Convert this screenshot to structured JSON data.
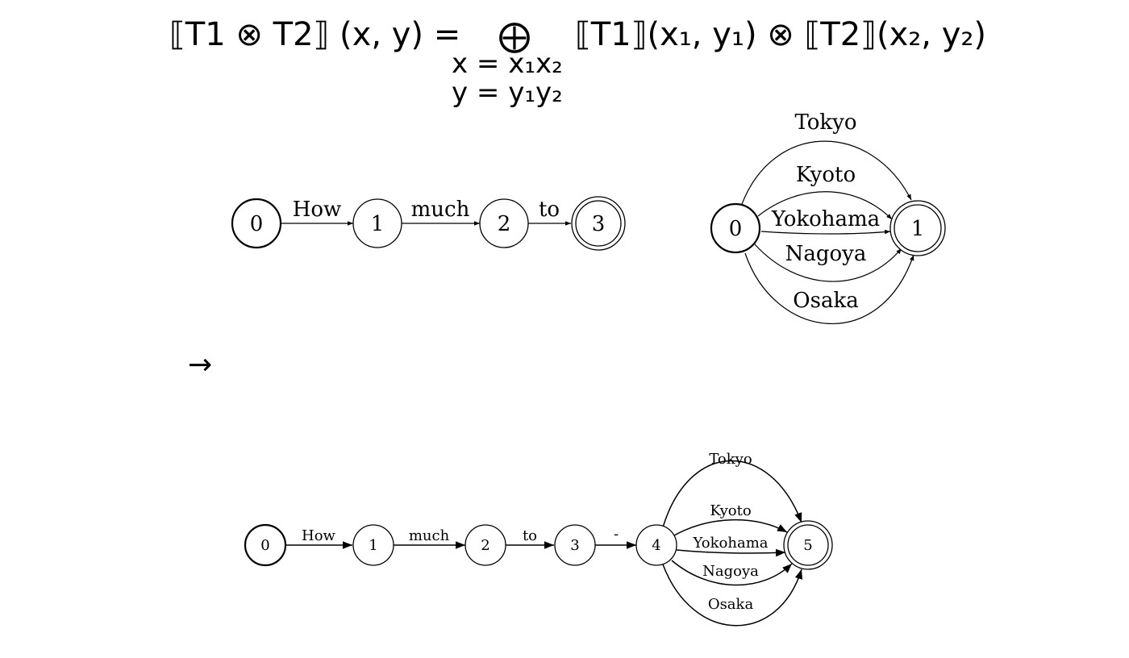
{
  "formula": {
    "lhs": "⟦T1 ⊗ T2⟧ (x, y) =",
    "oplus": "⨁",
    "cond1": "x = x₁x₂",
    "cond2": "y = y₁y₂",
    "rhs": "⟦T1⟧(x₁, y₁) ⊗ ⟦T2⟧(x₂, y₂)"
  },
  "arrow": "→",
  "t1": {
    "states": [
      "0",
      "1",
      "2",
      "3"
    ],
    "arcs": [
      "How",
      "much",
      "to"
    ]
  },
  "t2": {
    "states": [
      "0",
      "1"
    ],
    "arcs": [
      "Tokyo",
      "Kyoto",
      "Yokohama",
      "Nagoya",
      "Osaka"
    ]
  },
  "composed": {
    "states": [
      "0",
      "1",
      "2",
      "3",
      "4",
      "5"
    ],
    "arcs": [
      "How",
      "much",
      "to",
      "-",
      "Tokyo",
      "Kyoto",
      "Yokohama",
      "Nagoya",
      "Osaka"
    ]
  }
}
